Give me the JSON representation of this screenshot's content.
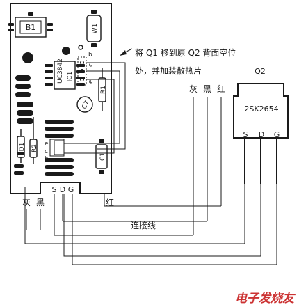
{
  "board": {
    "transformer": "B1",
    "potentiometer": "W1",
    "ic_model": "UC3842",
    "ic_ref": "IC1",
    "pins_top": [
      "b",
      "c",
      "e"
    ],
    "c7": "C7",
    "r1": "R1",
    "d1": "D1",
    "r2": "R2",
    "pins_mid": [
      "e",
      "c",
      "b"
    ],
    "c1": "C1",
    "pins_bottom": [
      "S",
      "D",
      "G"
    ]
  },
  "annotation": {
    "line1": "将 Q1 移到原 Q2 背面空位",
    "line2": "处，并加装散热片"
  },
  "transistor": {
    "ref": "Q2",
    "model": "2SK2654",
    "pins": [
      "S",
      "D",
      "G"
    ]
  },
  "wires": {
    "right_gray": "灰",
    "right_black": "黑",
    "right_red": "红",
    "left_gray": "灰",
    "left_black": "黑",
    "left_red": "红",
    "connecting": "连接线"
  },
  "watermark": "电子发烧友"
}
